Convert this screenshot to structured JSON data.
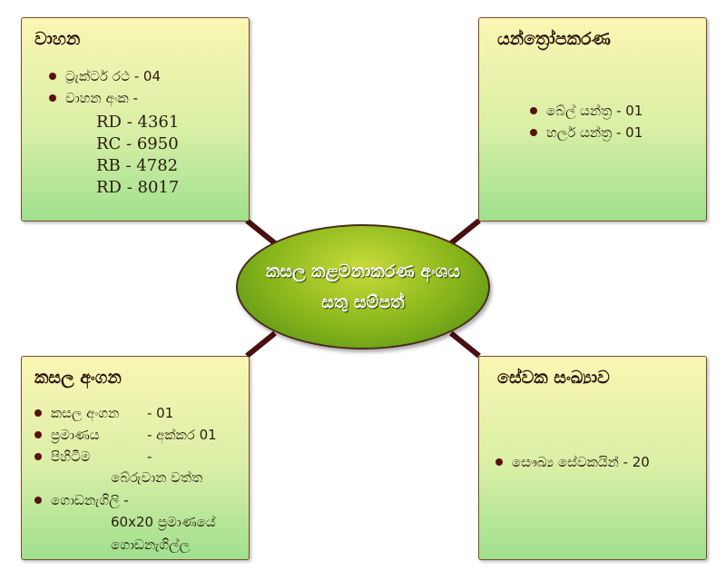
{
  "center": {
    "line1": "කසල කළමනාකරණ අංශය",
    "line2": "සතු සම්පත්"
  },
  "boxes": {
    "vehicles": {
      "title": "වාහන",
      "items": [
        "ට්‍රැක්ටර් රථ - 04",
        "වාහන අංක -"
      ],
      "numbers": [
        "RD - 4361",
        "RC - 6950",
        "RB - 4782",
        "RD - 8017"
      ]
    },
    "equipment": {
      "title": "යන්ත්‍රෝපකරණ",
      "items": [
        "බේල් යන්ත්‍ර - 01",
        "හලර් යන්ත්‍ර - 01"
      ]
    },
    "yard": {
      "title": "කසල අංගන",
      "items": [
        {
          "label": "කසල අංගන",
          "value": "- 01"
        },
        {
          "label": "ප්‍රමාණය",
          "value": "- අක්කර 01"
        },
        {
          "label": "පිහිටීම",
          "value": "-"
        }
      ],
      "location": "බේරුවාන වත්ත",
      "store_label": "ගොඩනැගිලි -",
      "store_lines": [
        "60x20 ප්‍රමාණයේ",
        "ගොඩනැගිල්ල"
      ]
    },
    "staff": {
      "title": "සේවක සංඛ්‍යාව",
      "items": [
        "සෞඛ්‍ය සේවකයින් - 20"
      ]
    }
  },
  "colors": {
    "connector": "#4a0f0f",
    "border": "#7a4a2a",
    "bullet": "#5a1010"
  }
}
